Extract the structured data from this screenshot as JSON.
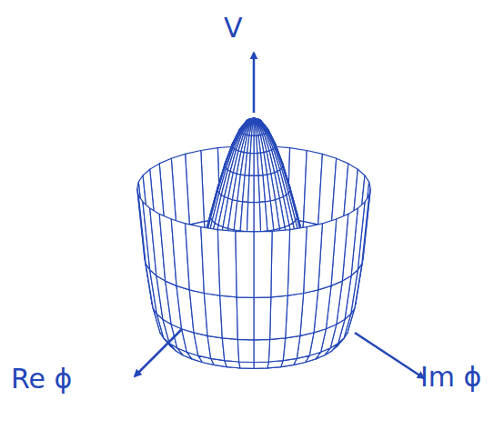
{
  "diagram": {
    "labels": [
      "V",
      "Re ϕ",
      "Im ϕ"
    ]
  }
}
